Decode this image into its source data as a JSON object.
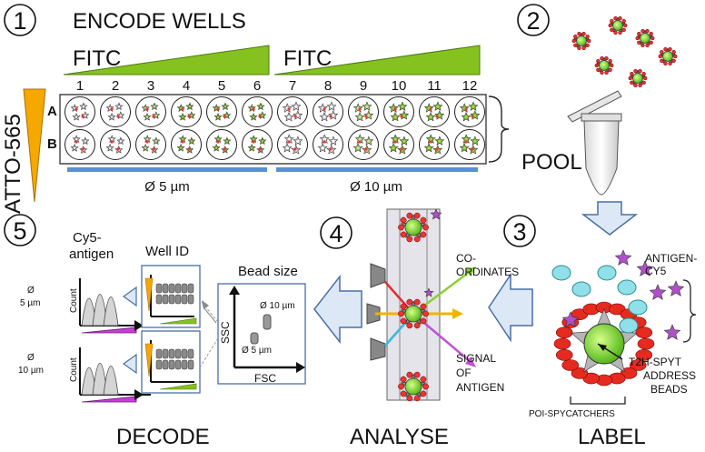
{
  "steps": [
    {
      "num": "1",
      "title": "ENCODE WELLS"
    },
    {
      "num": "2",
      "title": "POOL"
    },
    {
      "num": "3",
      "title": "LABEL"
    },
    {
      "num": "4",
      "title": "ANALYSE"
    },
    {
      "num": "5",
      "title": "DECODE"
    }
  ],
  "plate": {
    "fitc_left": "FITC",
    "fitc_right": "FITC",
    "atto": "ATTO-565",
    "columns": [
      "1",
      "2",
      "3",
      "4",
      "5",
      "6",
      "7",
      "8",
      "9",
      "10",
      "11",
      "12"
    ],
    "rows": [
      "A",
      "B"
    ],
    "size_small": "Ø 5 µm",
    "size_large": "Ø 10 µm"
  },
  "label_step": {
    "antigen": "ANTIGEN-",
    "cy5": "CY5",
    "t2h1": "T2H-SPYT",
    "t2h2": "ADDRESS",
    "t2h3": "BEADS",
    "poi": "POI-SPYCATCHERS"
  },
  "analyse_step": {
    "coord1": "CO-",
    "coord2": "ORDINATES",
    "signal1": "SIGNAL",
    "signal2": "OF",
    "signal3": "ANTIGEN"
  },
  "decode_step": {
    "cy5a": "Cy5-",
    "cy5b": "antigen",
    "well_id": "Well ID",
    "bead_size": "Bead size",
    "count": "Count",
    "d5a": "Ø",
    "d5b": "5 µm",
    "d10a": "Ø",
    "d10b": "10 µm",
    "ssc": "SSC",
    "fsc": "FSC",
    "gate10": "Ø 10 µm",
    "gate5": "Ø 5 µm"
  },
  "colors": {
    "fitc_green": "#86c21f",
    "atto_orange": "#f5a800",
    "blue_bar": "#5a8fd8",
    "arrow_fill": "#dde8f6",
    "arrow_stroke": "#4a6fa5",
    "bead_green": "#7ed321",
    "star_purple": "#b04fc8",
    "cyan": "#8fe0e8",
    "red": "#e53030"
  }
}
